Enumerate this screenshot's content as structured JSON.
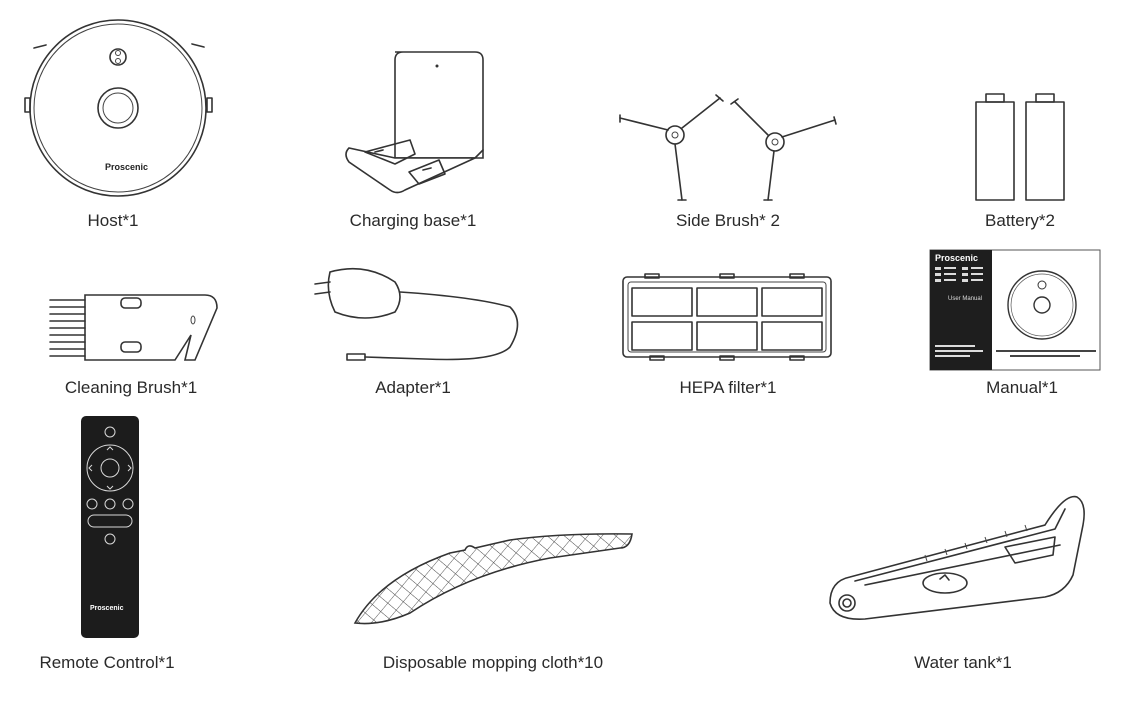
{
  "items": {
    "host": {
      "label": "Host*1",
      "brand": "Proscenic"
    },
    "charging_base": {
      "label": "Charging base*1"
    },
    "side_brush": {
      "label": "Side Brush* 2"
    },
    "battery": {
      "label": "Battery*2"
    },
    "cleaning_brush": {
      "label": "Cleaning Brush*1"
    },
    "adapter": {
      "label": "Adapter*1"
    },
    "hepa_filter": {
      "label": "HEPA filter*1"
    },
    "manual": {
      "label": "Manual*1",
      "brand": "Proscenic",
      "subtitle": "User Manual"
    },
    "remote_control": {
      "label": "Remote Control*1",
      "brand": "Proscenic"
    },
    "mopping_cloth": {
      "label": "Disposable mopping cloth*10"
    },
    "water_tank": {
      "label": "Water tank*1"
    }
  },
  "colors": {
    "line": "#333333",
    "dark": "#1c1c1c",
    "text": "#2a2a2a"
  }
}
